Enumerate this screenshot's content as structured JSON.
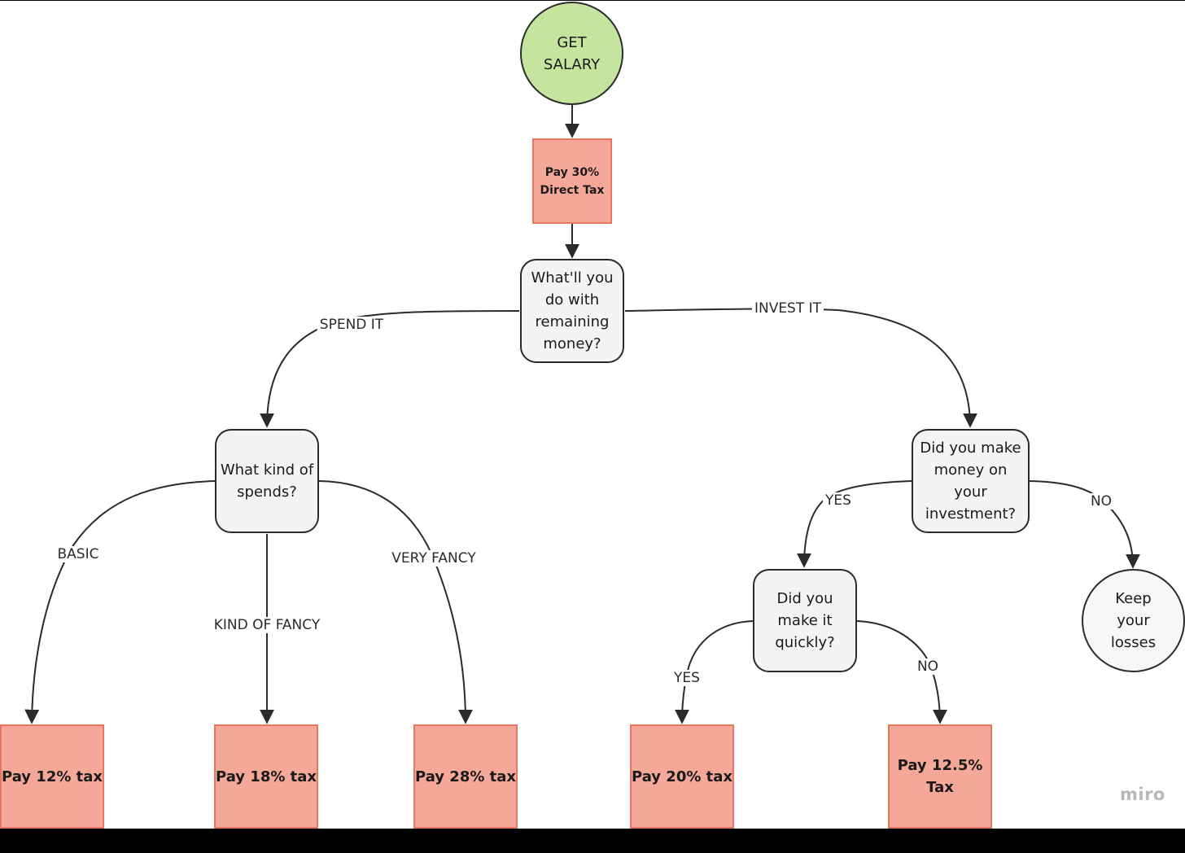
{
  "nodes": {
    "start": "GET\nSALARY",
    "direct_tax": "Pay 30%\nDirect Tax",
    "q_money": "What'll you\ndo with\nremaining\nmoney?",
    "q_spends": "What kind of\nspends?",
    "q_invest": "Did you make\nmoney on\nyour\ninvestment?",
    "q_quick": "Did you\nmake it\nquickly?",
    "keep_losses": "Keep\nyour\nlosses",
    "tax_12": "Pay 12% tax",
    "tax_18": "Pay 18% tax",
    "tax_28": "Pay 28% tax",
    "tax_20": "Pay 20% tax",
    "tax_125": "Pay 12.5%\nTax"
  },
  "edge_labels": {
    "spend_it": "SPEND IT",
    "invest_it": "INVEST IT",
    "basic": "BASIC",
    "kind_of_fancy": "KIND OF FANCY",
    "very_fancy": "VERY FANCY",
    "yes_invest": "YES",
    "no_invest": "NO",
    "yes_quick": "YES",
    "no_quick": "NO"
  },
  "watermark": "miro",
  "colors": {
    "start_fill": "#c5e59f",
    "tax_fill": "#f6a898",
    "tax_border": "#e8775f",
    "decision_fill": "#f4f4f4",
    "line": "#2b2b2b"
  }
}
